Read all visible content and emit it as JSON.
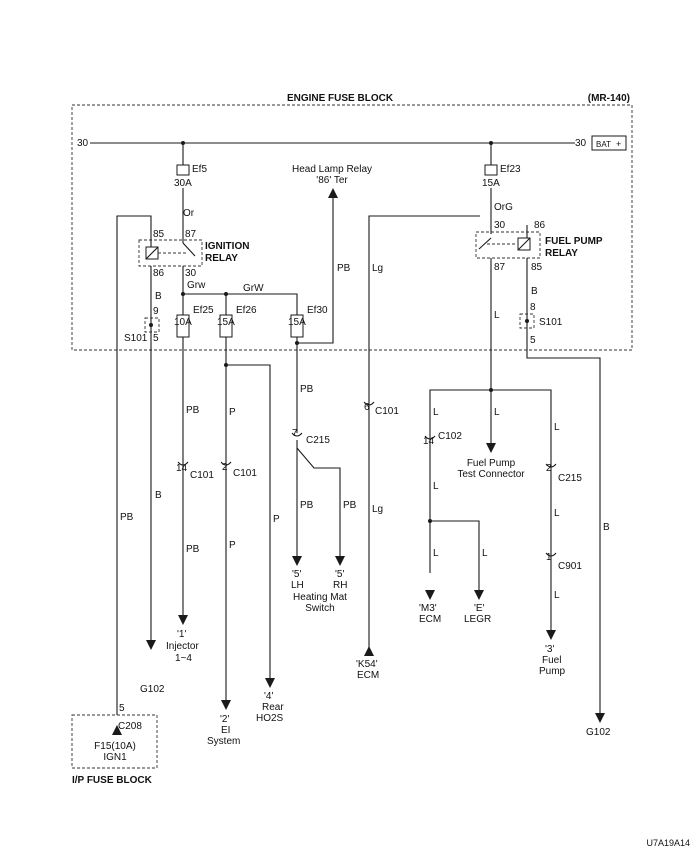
{
  "titles": {
    "engine_fuse_block": "ENGINE FUSE BLOCK",
    "model_code": "(MR-140)",
    "ip_fuse_block": "I/P FUSE BLOCK",
    "figure_id": "U7A19A14"
  },
  "bat": {
    "label": "BAT",
    "symbol": "+",
    "left_30": "30",
    "right_30": "30"
  },
  "fuses": {
    "ef5": {
      "name": "Ef5",
      "rating": "30A"
    },
    "ef23": {
      "name": "Ef23",
      "rating": "15A"
    },
    "ef25": {
      "name": "Ef25",
      "rating": "10A"
    },
    "ef26": {
      "name": "Ef26",
      "rating": "15A"
    },
    "ef30": {
      "name": "Ef30",
      "rating": "15A"
    },
    "f15_line1": "F15(10A)",
    "f15_line2": "IGN1"
  },
  "ignition_relay": {
    "line1": "IGNITION",
    "line2": "RELAY",
    "pin85": "85",
    "pin86": "86",
    "pin87": "87",
    "pin30": "30"
  },
  "fuel_pump_relay": {
    "line1": "FUEL PUMP",
    "line2": "RELAY",
    "pin30": "30",
    "pin86": "86",
    "pin87": "87",
    "pin85": "85"
  },
  "head_lamp_relay": {
    "line1": "Head Lamp Relay",
    "line2": "'86' Ter"
  },
  "wire_colors": {
    "or": "Or",
    "grw": "Grw",
    "grw2": "GrW",
    "org": "OrG",
    "pb": "PB",
    "lg": "Lg",
    "l": "L",
    "b": "B",
    "p": "P"
  },
  "splices": {
    "s101_left": "S101",
    "s101_right": "S101"
  },
  "connectors": {
    "c101": "C101",
    "c102": "C102",
    "c215": "C215",
    "c901": "C901",
    "c208": "C208",
    "pin_9": "9",
    "pin_5": "5",
    "pin_8": "8",
    "pin_14": "14",
    "pin_2": "2",
    "pin_6": "6",
    "pin_7": "7",
    "pin_1": "1"
  },
  "loads": {
    "injector_pin": "'1'",
    "injector": "Injector",
    "injector_range": "1~4",
    "ei_pin": "'2'",
    "ei_line1": "EI",
    "ei_line2": "System",
    "rear_pin": "'4'",
    "rear_line1": "Rear",
    "rear_line2": "HO2S",
    "lh_pin": "'5'",
    "lh": "LH",
    "rh_pin": "'5'",
    "rh": "RH",
    "heating_line1": "Heating Mat",
    "heating_line2": "Switch",
    "k54_pin": "'K54'",
    "k54_ecm": "ECM",
    "m3_pin": "'M3'",
    "m3_ecm": "ECM",
    "e_pin": "'E'",
    "legr": "LEGR",
    "fp_test_line1": "Fuel Pump",
    "fp_test_line2": "Test Connector",
    "fp_pin": "'3'",
    "fp_line1": "Fuel",
    "fp_line2": "Pump"
  },
  "grounds": {
    "g102_left": "G102",
    "g102_right": "G102"
  }
}
